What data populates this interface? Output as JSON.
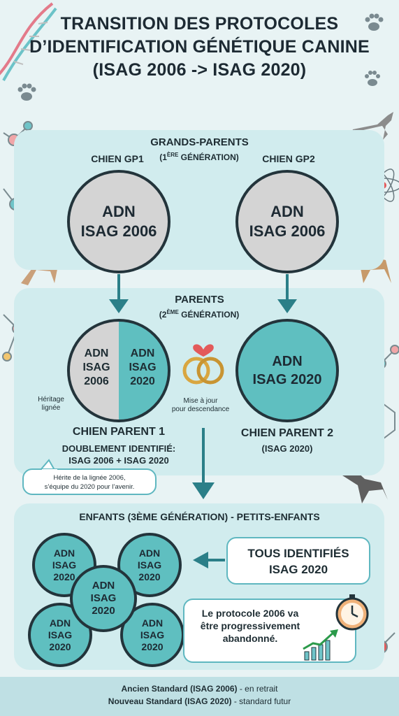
{
  "title": {
    "line1": "TRANSITION DES PROTOCOLES",
    "line2": "D’IDENTIFICATION GÉNÉTIQUE CANINE",
    "line3": "(ISAG 2006 -> ISAG 2020)"
  },
  "grandparents": {
    "heading": "GRANDS-PARENTS",
    "generation_prefix": "(1",
    "generation_sup": "ÈRE",
    "generation_suffix": " GÉNÉRATION)",
    "dog1": {
      "name": "CHIEN GP1",
      "line1": "ADN",
      "line2": "ISAG 2006"
    },
    "dog2": {
      "name": "CHIEN GP2",
      "line1": "ADN",
      "line2": "ISAG 2006"
    }
  },
  "parents": {
    "heading": "PARENTS",
    "generation_prefix": "(2",
    "generation_sup": "ÈME",
    "generation_suffix": " GÉNÉRATION)",
    "parent1": {
      "left_l1": "ADN",
      "left_l2": "ISAG",
      "left_l3": "2006",
      "right_l1": "ADN",
      "right_l2": "ISAG",
      "right_l3": "2020",
      "name": "CHIEN PARENT 1",
      "subtitle_l1": "DOUBLEMENT IDENTIFIÉ:",
      "subtitle_l2": "ISAG 2006 + ISAG 2020",
      "note_left_l1": "Héritage",
      "note_left_l2": "lignée",
      "note_right_l1": "Mise à jour",
      "note_right_l2": "pour descendance",
      "bubble_l1": "Hérite de la lignée 2006,",
      "bubble_l2": "s’équipe du 2020 pour l’avenir."
    },
    "parent2": {
      "line1": "ADN",
      "line2": "ISAG 2020",
      "name": "CHIEN PARENT 2",
      "sub": "(ISAG 2020)"
    }
  },
  "children": {
    "heading": "ENFANTS (3ÈME GÉNÉRATION) - PETITS-ENFANTS",
    "circle": {
      "l1": "ADN",
      "l2": "ISAG",
      "l3": "2020"
    },
    "callout_l1": "TOUS IDENTIFIÉS",
    "callout_l2": "ISAG 2020",
    "note_l1": "Le protocole 2006 va",
    "note_l2": "être progressivement",
    "note_l3": "abandonné."
  },
  "legend": {
    "line1_bold": "Ancien Standard (ISAG 2006)",
    "line1_rest": " - en retrait",
    "line2_bold": "Nouveau Standard (ISAG 2020)",
    "line2_rest": " - standard futur"
  },
  "colors": {
    "teal": "#5fbfc0",
    "grey": "#d4d4d4",
    "arrow": "#2b7f88",
    "heart": "#e35a5a",
    "gold": "#d9a640"
  }
}
